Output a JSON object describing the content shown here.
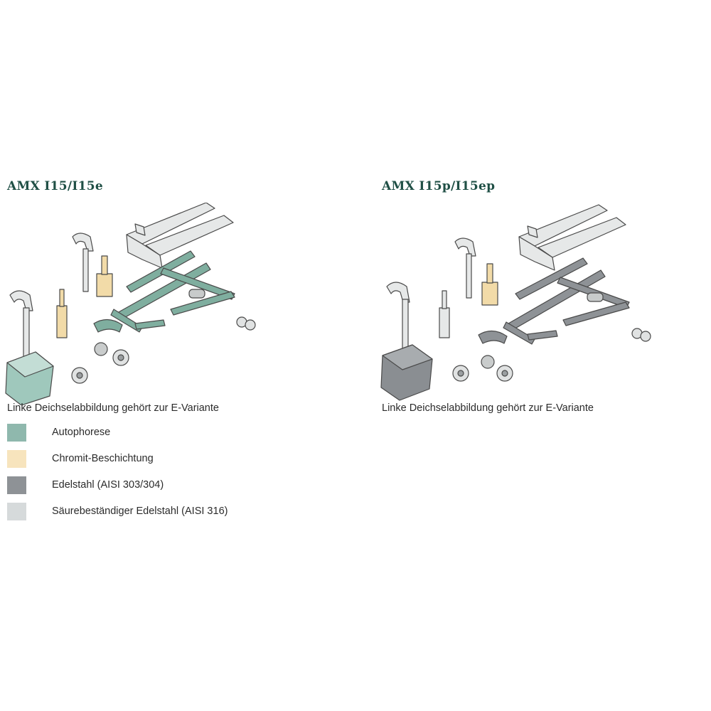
{
  "left_panel": {
    "title": "AMX I15/I15e",
    "caption": "Linke Deichselabbildung gehört zur E-Variante"
  },
  "right_panel": {
    "title": "AMX I15p/I15ep",
    "caption": "Linke Deichselabbildung gehört zur E-Variante"
  },
  "legend": {
    "items": [
      {
        "label": "Autophorese",
        "color": "#8fb8ad"
      },
      {
        "label": "Chromit-Beschichtung",
        "color": "#f7e4bd"
      },
      {
        "label": "Edelstahl (AISI 303/304)",
        "color": "#8e9296"
      },
      {
        "label": "Säurebeständiger Edelstahl (AISI 316)",
        "color": "#d6dadb"
      }
    ]
  },
  "colors": {
    "autophorese": "#8fb8ad",
    "autophorese_dark": "#4f8f80",
    "chromit": "#f2dba8",
    "edelstahl": "#8e9296",
    "saeure": "#e4e6e6",
    "outline": "#4a4a4a"
  }
}
